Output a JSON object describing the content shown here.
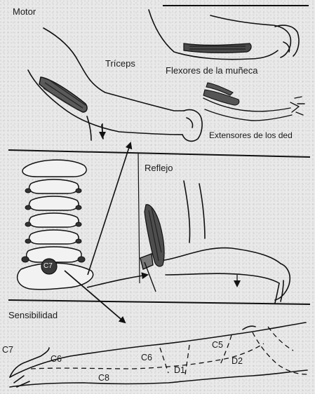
{
  "sections": {
    "motor": "Motor",
    "reflex": "Reflejo",
    "sensory": "Sensibilidad"
  },
  "muscles": {
    "triceps": "Tríceps",
    "wrist_flexors": "Flexores de la muñeca",
    "finger_extensors": "Extensores de los ded"
  },
  "vertebra": "C7",
  "dermatomes": {
    "c7": "C7",
    "c6_hand": "C6",
    "c6_arm": "C6",
    "c8": "C8",
    "c5": "C5",
    "d1": "D1",
    "d2": "D2"
  }
}
